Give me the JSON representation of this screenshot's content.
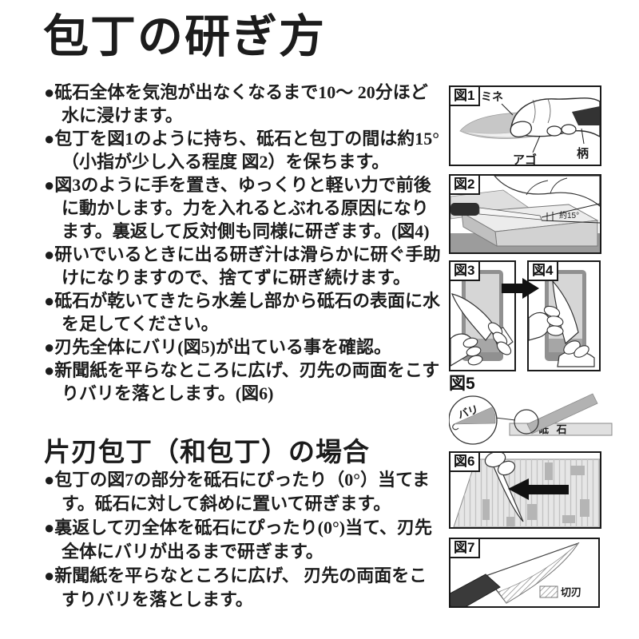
{
  "page": {
    "title": "包丁の研ぎ方",
    "section1": {
      "bullets": [
        "●砥石全体を気泡が出なくなるまで10～ 20分ほど水に浸けます。",
        "●包丁を図1のように持ち、砥石と包丁の間は約15°（小指が少し入る程度 図2）を保ちます。",
        "●図3のように手を置き、ゆっくりと軽い力で前後に動かします。力を入れるとぶれる原因になります。裏返して反対側も同様に研ぎます。(図4)",
        "●研いでいるときに出る研ぎ汁は滑らかに研ぐ手助けになりますので、捨てずに研ぎ続けます。",
        "●砥石が乾いてきたら水差し部から砥石の表面に水を足してください。",
        "●刃先全体にバリ(図5)が出ている事を確認。",
        "●新聞紙を平らなところに広げ、刃先の両面をこすりバリを落とします。(図6)"
      ]
    },
    "section2": {
      "title": "片刃包丁（和包丁）の場合",
      "bullets": [
        "●包丁の図7の部分を砥石にぴったり（0°）当てます。砥石に対して斜めに置いて研ぎます。",
        "●裏返して刃全体を砥石にぴったり(0°)当て、刃先全体にバリが出るまで研ぎます。",
        "●新聞紙を平らなところに広げ、 刃先の両面をこすりバリを落とします。"
      ]
    },
    "figures": {
      "fig1": {
        "label": "図1",
        "spine_label": "ミネ",
        "heel_label": "アゴ",
        "handle_label": "柄"
      },
      "fig2": {
        "label": "図2",
        "angle_label": "約15°"
      },
      "fig3": {
        "label": "図3"
      },
      "fig4": {
        "label": "図4"
      },
      "fig5": {
        "label": "図5",
        "burr_label": "バリ",
        "stone_label": "砥 石"
      },
      "fig6": {
        "label": "図6"
      },
      "fig7": {
        "label": "図7",
        "legend_label": "切刃"
      }
    },
    "colors": {
      "text": "#1c1c1c",
      "blade_gray": "#c7c7c7",
      "stone_gray": "#d9d9d9",
      "handle_dark": "#3a3a3a",
      "arrow_black": "#111111"
    }
  }
}
